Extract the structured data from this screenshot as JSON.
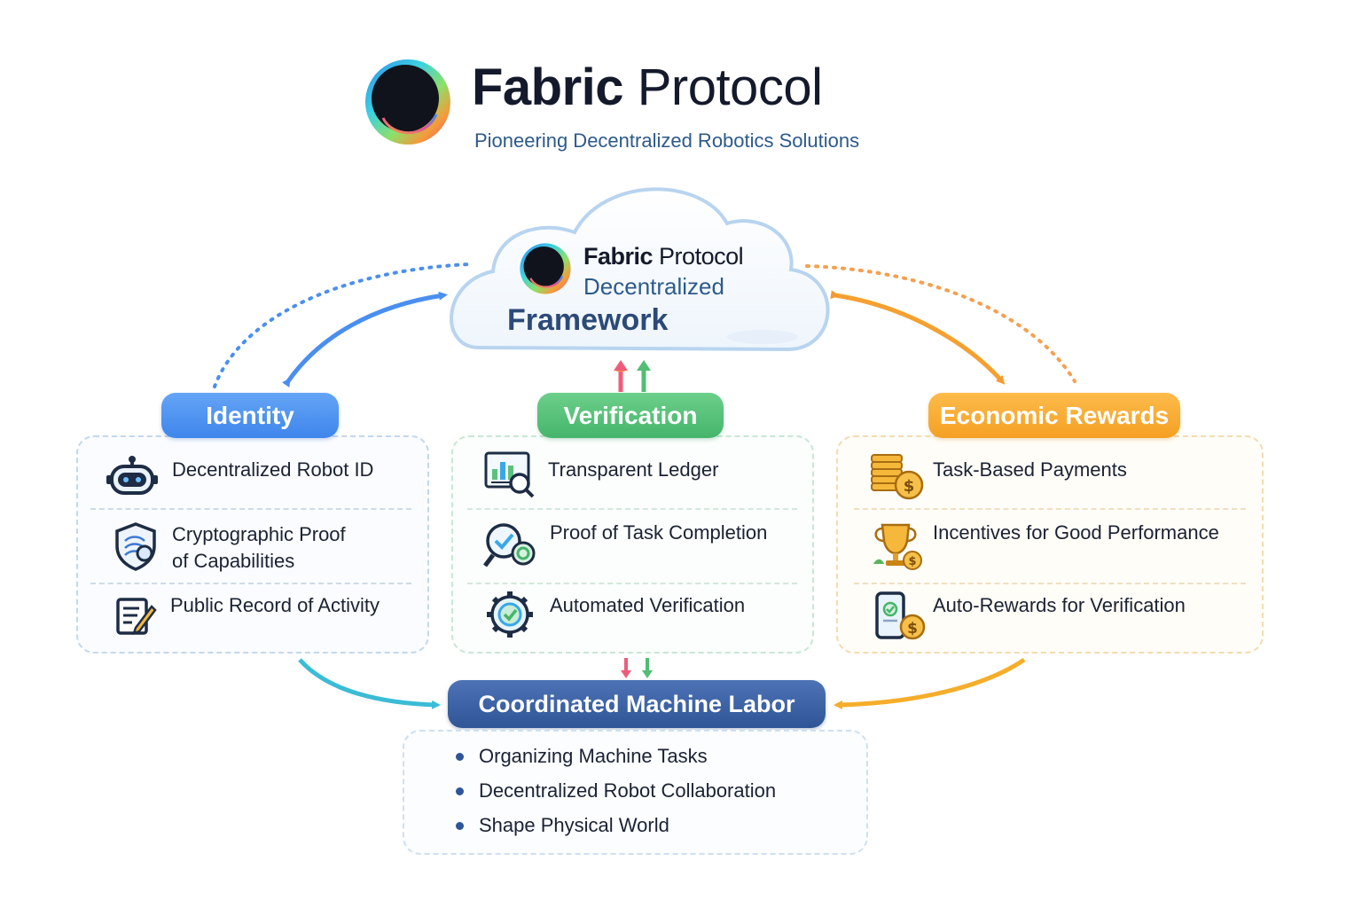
{
  "header": {
    "title_bold": "Fabric",
    "title_regular": "Protocol",
    "subtitle": "Pioneering Decentralized Robotics Solutions",
    "logo": "fabric-ring-logo"
  },
  "cloud": {
    "line1_bold": "Fabric",
    "line1_regular": "Protocol",
    "line2": "Decentralized",
    "line3": "Framework"
  },
  "identity": {
    "label": "Identity",
    "color": "#4a8ff0",
    "items": [
      {
        "text": "Decentralized Robot ID",
        "icon": "robot-icon"
      },
      {
        "text_line1": "Cryptographic Proof",
        "text_line2": "of Capabilities",
        "icon": "shield-icon"
      },
      {
        "text": "Public Record of Activity",
        "icon": "document-edit-icon"
      }
    ]
  },
  "verification": {
    "label": "Verification",
    "color": "#52bd74",
    "items": [
      {
        "text": "Transparent Ledger",
        "icon": "ledger-magnifier-icon"
      },
      {
        "text": "Proof of Task Completion",
        "icon": "check-magnifier-icon"
      },
      {
        "text": "Automated Verification",
        "icon": "gear-check-icon"
      }
    ]
  },
  "economic": {
    "label": "Economic Rewards",
    "color": "#f7a92d",
    "items": [
      {
        "text": "Task-Based Payments",
        "icon": "coins-icon"
      },
      {
        "text": "Incentives for Good Performance",
        "icon": "trophy-icon"
      },
      {
        "text": "Auto-Rewards for Verification",
        "icon": "phone-coin-icon"
      }
    ]
  },
  "labor": {
    "label": "Coordinated Machine Labor",
    "color": "#3a62a8",
    "bullets": [
      "Organizing Machine Tasks",
      "Decentralized Robot Collaboration",
      "Shape Physical World"
    ]
  }
}
